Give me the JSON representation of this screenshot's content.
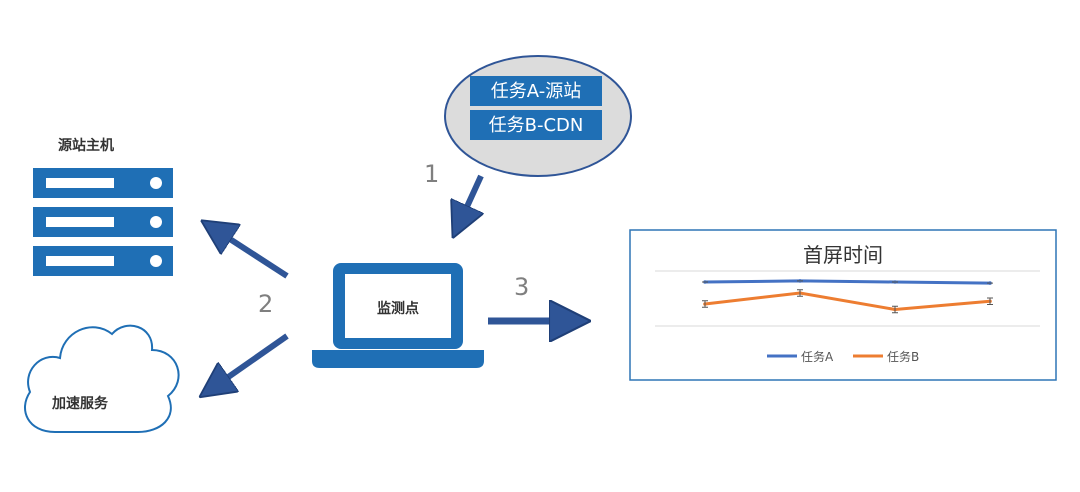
{
  "nodes": {
    "origin_host": "源站主机",
    "acceleration_service": "加速服务",
    "monitor_point": "监测点",
    "tasks": [
      "任务A-源站",
      "任务B-CDN"
    ]
  },
  "steps": [
    "1",
    "2",
    "3"
  ],
  "colors": {
    "primary_blue": "#1f6fb5",
    "arrow_blue": "#2f5597",
    "chart_border": "#2e75b6",
    "series_a": "#4472c4",
    "series_b": "#ed7d31"
  },
  "chart_data": {
    "type": "line",
    "title": "首屏时间",
    "x": [
      1,
      2,
      3,
      4
    ],
    "series": [
      {
        "name": "任务A",
        "values": [
          0.8,
          0.82,
          0.8,
          0.78
        ]
      },
      {
        "name": "任务B",
        "values": [
          0.4,
          0.6,
          0.3,
          0.45
        ],
        "error": 0.06
      }
    ],
    "ylim": [
      0,
      1
    ],
    "grid": true,
    "legend": "bottom"
  }
}
